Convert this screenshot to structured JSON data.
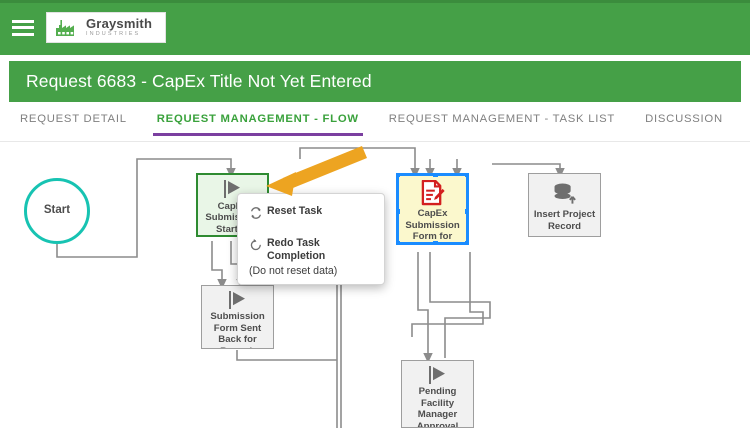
{
  "appbar": {
    "menu_icon": "hamburger-menu-icon",
    "logo_icon": "factory-icon",
    "logo_name": "Graysmith",
    "logo_sub": "INDUSTRIES",
    "bg_color": "#45a047"
  },
  "page_title": "Request 6683 - CapEx Title Not Yet Entered",
  "tabs": [
    {
      "label": "REQUEST DETAIL",
      "active": false
    },
    {
      "label": "REQUEST MANAGEMENT - FLOW",
      "active": true
    },
    {
      "label": "REQUEST MANAGEMENT - TASK LIST",
      "active": false
    },
    {
      "label": "DISCUSSION",
      "active": false
    }
  ],
  "tab_active_underline_color": "#7b3fa0",
  "tab_active_text_color": "#3aa23c",
  "flow": {
    "nodes": [
      {
        "id": "start",
        "label": "Start",
        "icon": "none",
        "type": "start"
      },
      {
        "id": "capex-submission-started",
        "label": "CapEx Submission Started",
        "icon": "play-flag-icon",
        "type": "completed"
      },
      {
        "id": "capex-submission-form-for-approval",
        "label": "CapEx Submission Form for Approval",
        "icon": "document-edit-icon",
        "type": "selected"
      },
      {
        "id": "insert-project-record",
        "label": "Insert Project Record",
        "icon": "database-insert-icon",
        "type": "task"
      },
      {
        "id": "submission-form-sent-back-for-rework",
        "label": "Submission Form Sent Back for Rework",
        "icon": "play-flag-icon",
        "type": "task"
      },
      {
        "id": "pending-facility-manager",
        "label": "Pending Facility Manager Approval",
        "icon": "play-flag-icon",
        "type": "task"
      }
    ],
    "start_ring_color": "#17c3b2",
    "completed_border_color": "#2e8b31",
    "completed_fill_color": "#e9f6e7",
    "selected_border_color": "#1a8cff",
    "selected_fill_color": "#fbf8cd",
    "task_fill_color": "#f1f1f1",
    "edge_color": "#8c8c8c"
  },
  "context_menu": {
    "items": [
      {
        "icon": "refresh-sync-icon",
        "label": "Reset Task",
        "sub": ""
      },
      {
        "icon": "undo-arrow-icon",
        "label": "Redo Task Completion",
        "sub": "(Do not reset data)"
      }
    ]
  },
  "annotation": {
    "arrow_color": "#eda421",
    "arrow_name": "pointer-arrow-annotation"
  }
}
